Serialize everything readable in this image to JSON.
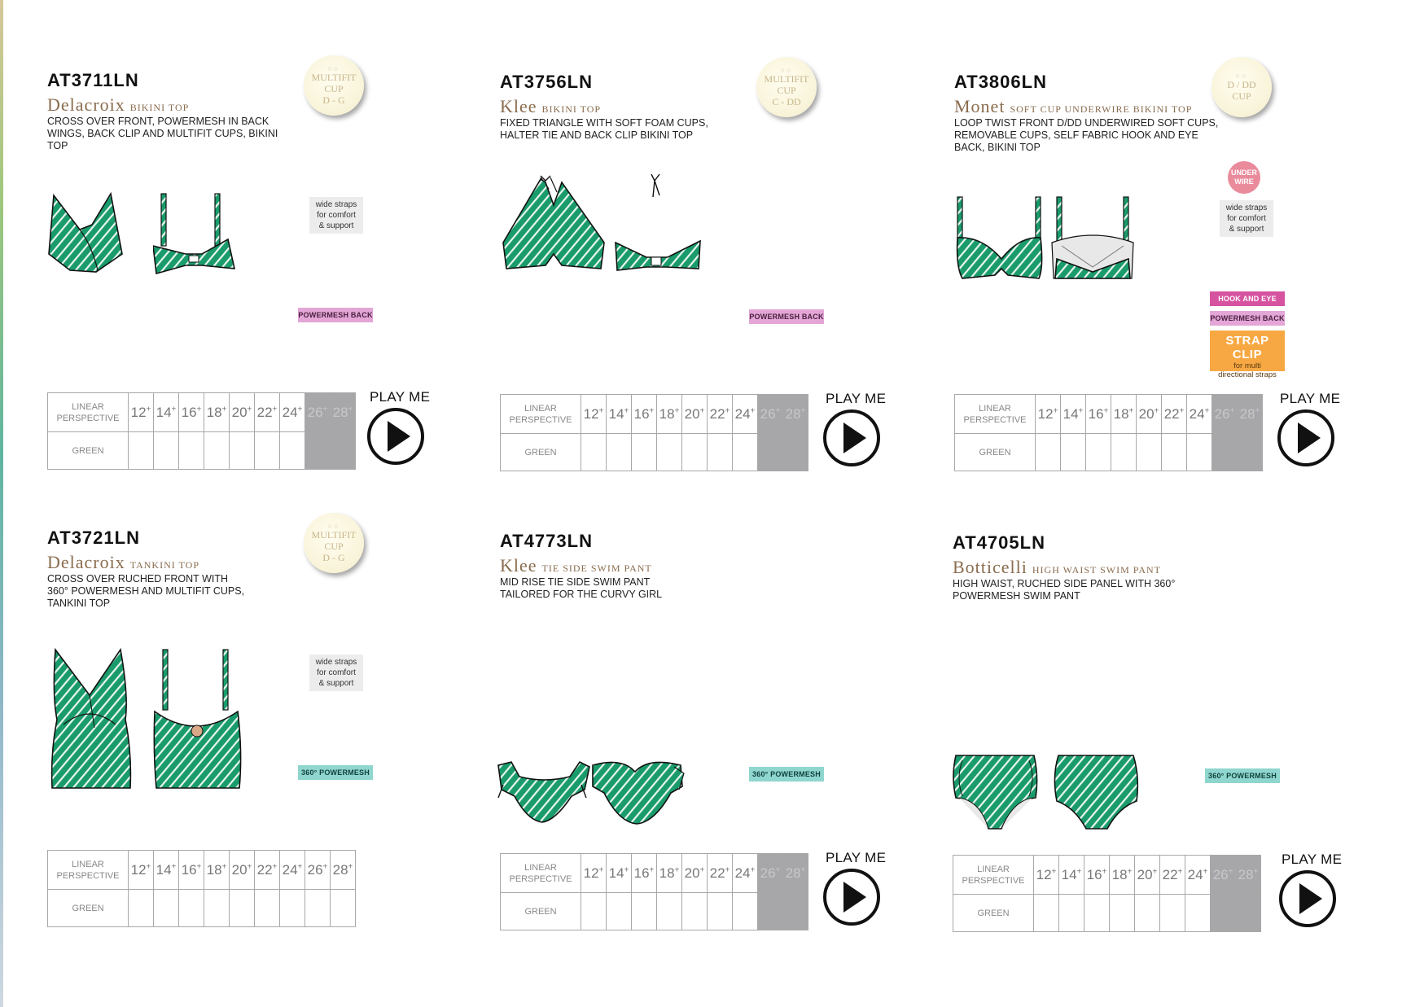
{
  "colors": {
    "name_brown": "#8a6c4e",
    "garment_green": "#1a9b6c",
    "na_grey": "#a7a7aa"
  },
  "sizes": [
    "12",
    "14",
    "16",
    "18",
    "20",
    "22",
    "24",
    "26",
    "28"
  ],
  "sup": "+",
  "perspective_label_1": "LINEAR",
  "perspective_label_2": "PERSPECTIVE",
  "colour_label": "GREEN",
  "play_label": "PLAY ME",
  "play_icon": "play-circle-icon",
  "products": [
    {
      "code": "AT3711LN",
      "name": "Delacroix",
      "subtitle": "Bikini Top",
      "desc": "CROSS OVER FRONT, POWERMESH IN BACK WINGS, BACK CLIP AND MULTIFIT CUPS, BIKINI TOP",
      "badge": [
        "MULTIFIT",
        "CUP",
        "D - G"
      ],
      "callout": [
        "wide straps",
        "for comfort",
        "& support"
      ],
      "tag": "POWERMESH BACK",
      "available": [
        true,
        true,
        true,
        true,
        true,
        true,
        true,
        false,
        false
      ]
    },
    {
      "code": "AT3756LN",
      "name": "Klee",
      "subtitle": "Bikini Top",
      "desc": "FIXED TRIANGLE WITH SOFT FOAM CUPS, HALTER TIE AND BACK CLIP BIKINI TOP",
      "badge": [
        "MULTIFIT",
        "CUP",
        "C - DD"
      ],
      "tag": "POWERMESH BACK",
      "available": [
        true,
        true,
        true,
        true,
        true,
        true,
        true,
        false,
        false
      ]
    },
    {
      "code": "AT3806LN",
      "name": "Monet",
      "subtitle": "Soft Cup Underwire Bikini Top",
      "desc": "LOOP TWIST FRONT D/DD UNDERWIRED SOFT CUPS, REMOVABLE CUPS, SELF FABRIC HOOK AND EYE BACK, BIKINI TOP",
      "badge": [
        "D / DD",
        "CUP"
      ],
      "underwire": [
        "UNDER",
        "WIRE"
      ],
      "callout": [
        "wide straps",
        "for comfort",
        "& support"
      ],
      "tags": [
        "HOOK AND EYE",
        "POWERMESH BACK"
      ],
      "strap_clip": {
        "title": "STRAP CLIP",
        "line1": "for multi",
        "line2": "directional straps"
      },
      "available": [
        true,
        true,
        true,
        true,
        true,
        true,
        true,
        false,
        false
      ]
    },
    {
      "code": "AT3721LN",
      "name": "Delacroix",
      "subtitle": "Tankini Top",
      "desc": "CROSS OVER RUCHED FRONT WITH 360° POWERMESH AND MULTIFIT CUPS, TANKINI TOP",
      "badge": [
        "MULTIFIT",
        "CUP",
        "D - G"
      ],
      "callout": [
        "wide straps",
        "for comfort",
        "& support"
      ],
      "tag": "360° POWERMESH",
      "available": [
        true,
        true,
        true,
        true,
        true,
        true,
        true,
        true,
        true
      ]
    },
    {
      "code": "AT4773LN",
      "name": "Klee",
      "subtitle": "Tie Side Swim Pant",
      "desc": "MID RISE TIE SIDE SWIM PANT TAILORED FOR THE CURVY GIRL",
      "tag": "360° POWERMESH",
      "available": [
        true,
        true,
        true,
        true,
        true,
        true,
        true,
        false,
        false
      ]
    },
    {
      "code": "AT4705LN",
      "name": "Botticelli",
      "subtitle": "High Waist Swim Pant",
      "desc": "HIGH WAIST, RUCHED SIDE PANEL WITH 360° POWERMESH SWIM PANT",
      "tag": "360° POWERMESH",
      "available": [
        true,
        true,
        true,
        true,
        true,
        true,
        true,
        false,
        false
      ]
    }
  ]
}
